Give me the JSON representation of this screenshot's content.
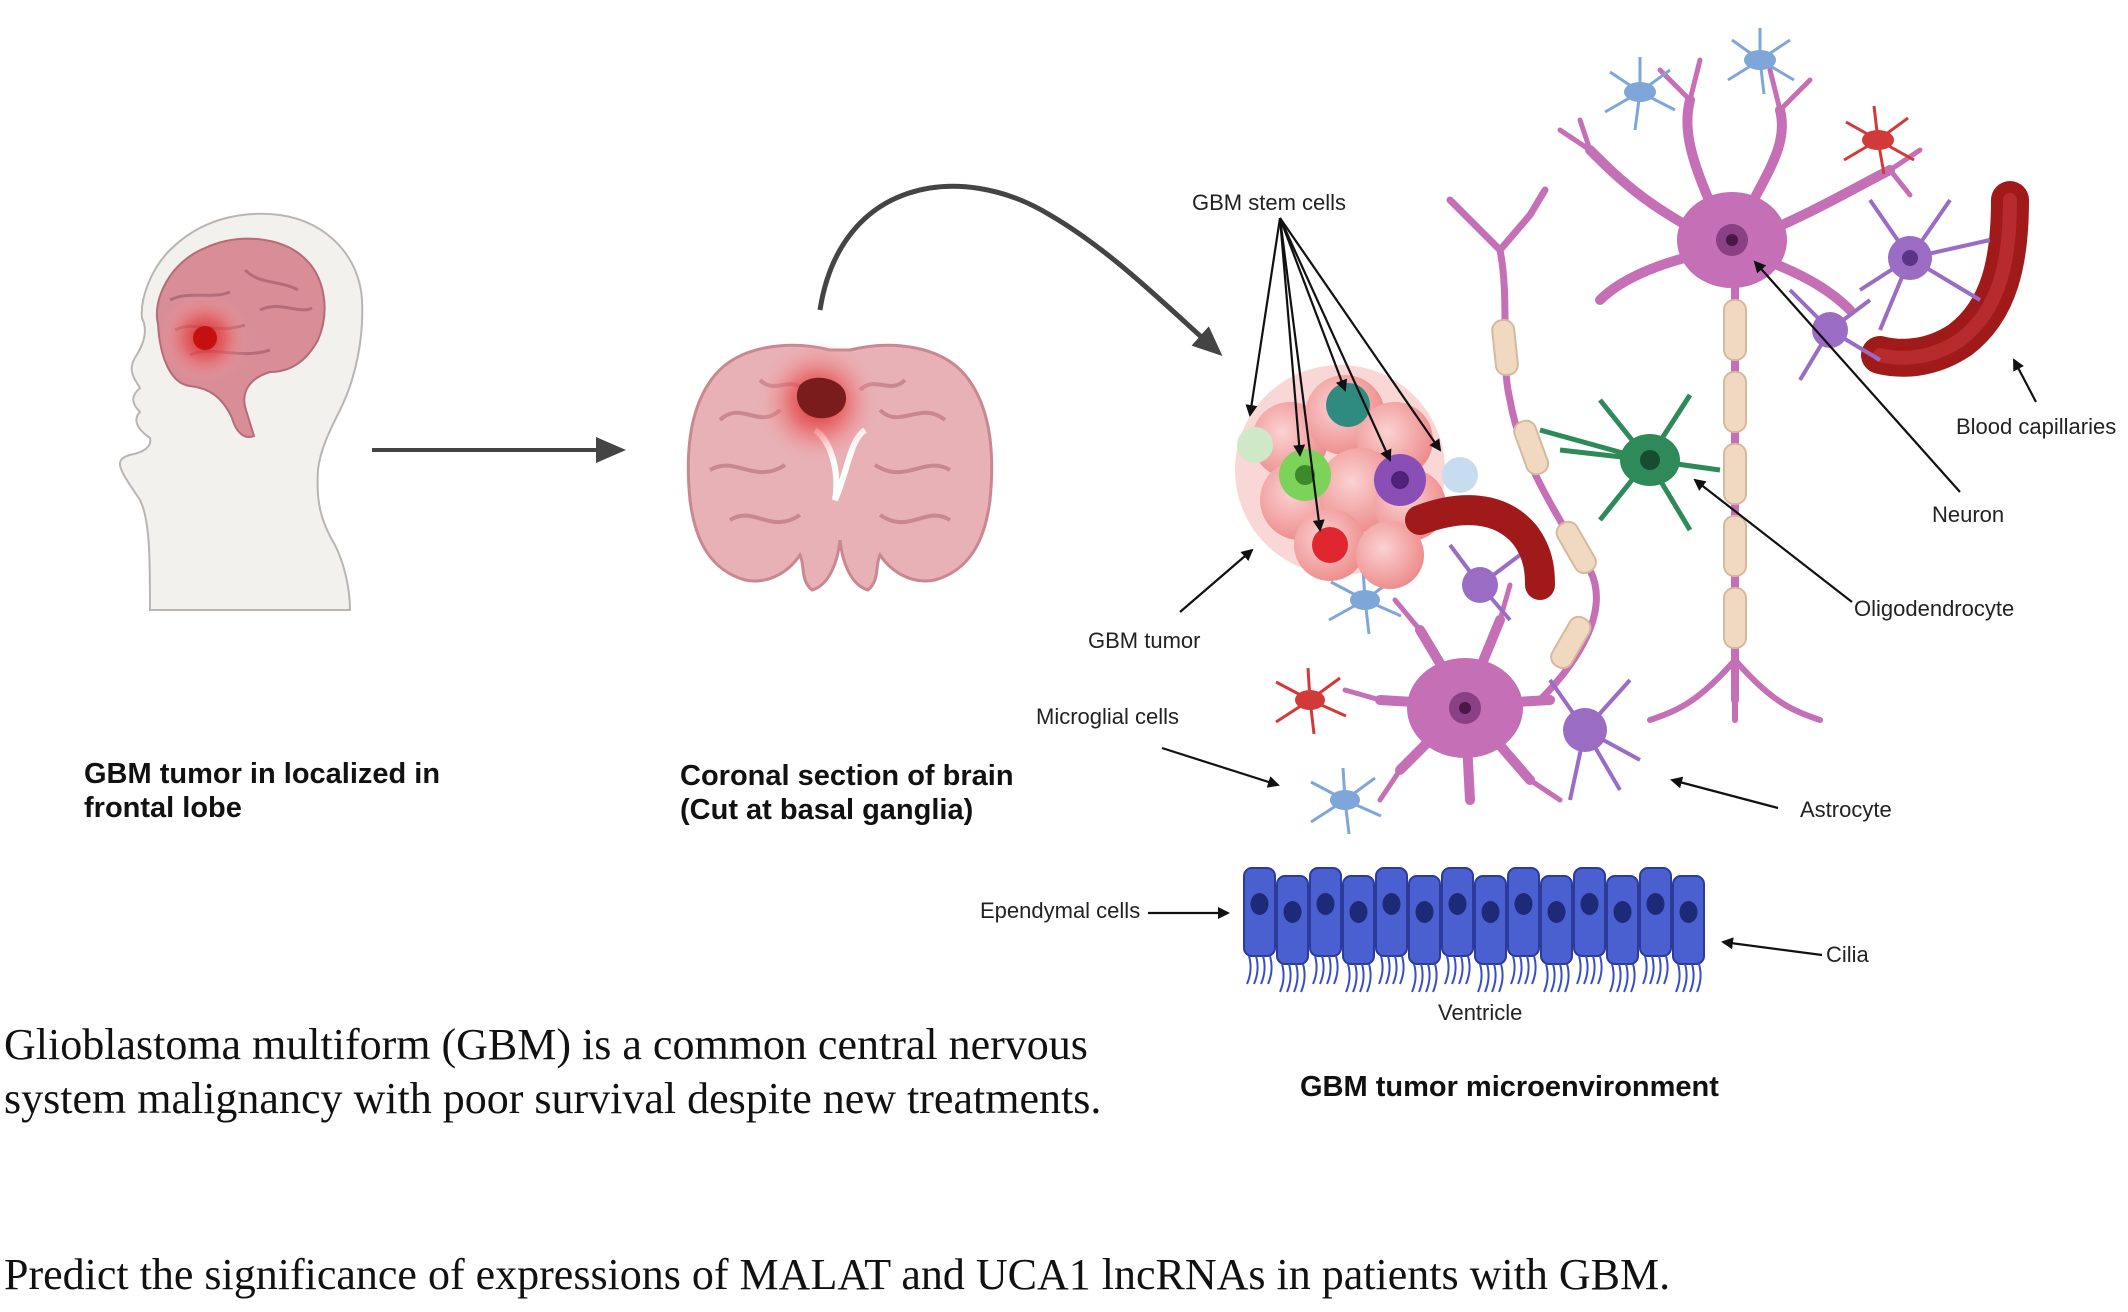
{
  "captions": {
    "head": [
      "GBM tumor in localized in",
      "frontal lobe"
    ],
    "coronal": [
      "Coronal section of brain",
      "(Cut at basal ganglia)"
    ],
    "micro": "GBM tumor microenvironment"
  },
  "labels": {
    "stem_cells": "GBM stem cells",
    "gbm_tumor": "GBM tumor",
    "microglial": "Microglial cells",
    "ependymal": "Ependymal cells",
    "ventricle": "Ventricle",
    "cilia": "Cilia",
    "astrocyte": "Astrocyte",
    "oligodendrocyte": "Oligodendrocyte",
    "neuron": "Neuron",
    "blood": "Blood capillaries"
  },
  "text": {
    "line1": "Glioblastoma multiform (GBM) is a common central nervous",
    "line2": "system malignancy with poor survival despite new treatments.",
    "question": "Predict the significance of expressions of MALAT and UCA1 lncRNAs in patients with GBM."
  },
  "colors": {
    "neuron": "#c46fb6",
    "astrocyte": "#9a6cc4",
    "oligodendrocyte": "#2f8a5a",
    "microglia": "#7fa6d8",
    "microglia_red": "#d23a3a",
    "tumor": "#f2a3a3",
    "ependymal": "#3a4fbf",
    "vessel": "#a01a1a",
    "myelin": "#f0d9c0"
  }
}
